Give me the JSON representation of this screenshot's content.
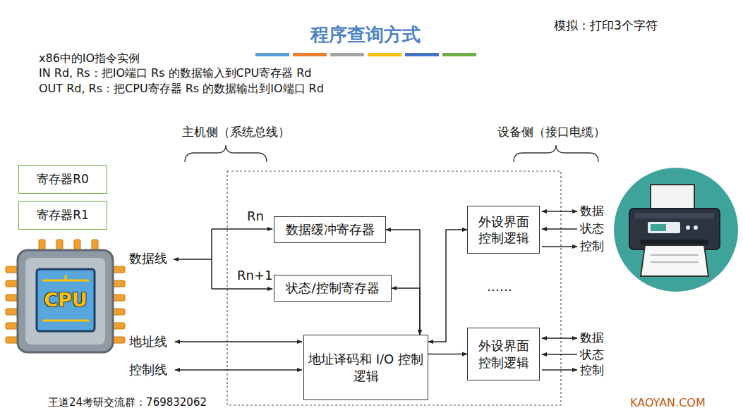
{
  "diagram": {
    "title": "程序查询方式",
    "nodes": [
      {
        "text": [
          "寄存器R0"
        ]
      },
      {
        "text": [
          "寄存器R1"
        ]
      },
      {
        "text": [
          "CPU"
        ]
      },
      {
        "text": [
          "数据缓冲寄存器"
        ]
      },
      {
        "text": [
          "外设界面 控制逻辑"
        ]
      },
      {
        "text": [
          "状态/控制寄存器"
        ]
      },
      {
        "text": [
          "地址译码和 I/O 控制逻辑"
        ]
      },
      {
        "text": [
          "外设界面 控制逻辑"
        ]
      }
    ],
    "edges": [
      {
        "from": 3,
        "to": 6,
        "arrow": "both"
      },
      {
        "from": 5,
        "to": 6,
        "arrow": "both"
      },
      {
        "from": 6,
        "to": 4,
        "arrow": "both"
      },
      {
        "from": 6,
        "to": 7,
        "arrow": "to"
      }
    ],
    "labels": [
      "模拟：打印3个字符",
      "x86中的IO指令实例",
      "IN Rd, Rs：把IO端口 Rs 的数据输入到CPU寄存器 Rd",
      "OUT Rd, Rs：把CPU寄存器 Rs 的数据输出到IO端口 Rd",
      "主机侧（系统总线）",
      "设备侧（接口电缆）",
      "Rn",
      "Rn+1",
      "数据线",
      "地址线",
      "控制线",
      "……",
      "数据",
      "状态",
      "控制",
      "数据",
      "状态",
      "控制",
      "王道24考研交流群：769832062",
      "KAOYAN.COM"
    ]
  }
}
